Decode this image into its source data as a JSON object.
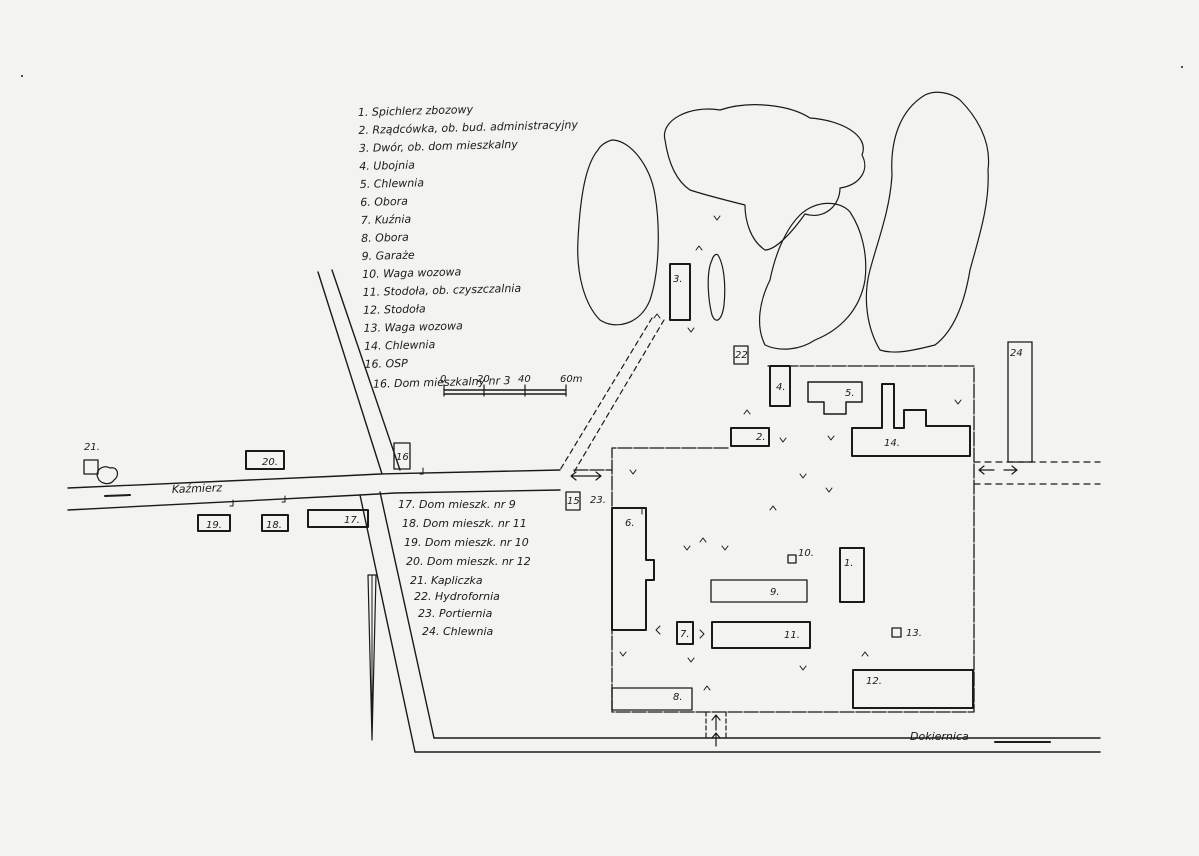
{
  "legend_upper": [
    {
      "n": "1.",
      "text": "Spichlerz zbozowy"
    },
    {
      "n": "2.",
      "text": "Rządcówka, ob. bud. administracyjny"
    },
    {
      "n": "3.",
      "text": "Dwór, ob. dom mieszkalny"
    },
    {
      "n": "4.",
      "text": "Ubojnia"
    },
    {
      "n": "5.",
      "text": "Chlewnia"
    },
    {
      "n": "6.",
      "text": "Obora"
    },
    {
      "n": "7.",
      "text": "Kuźnia"
    },
    {
      "n": "8.",
      "text": "Obora"
    },
    {
      "n": "9.",
      "text": "Garaże"
    },
    {
      "n": "10.",
      "text": "Waga wozowa"
    },
    {
      "n": "11.",
      "text": "Stodoła, ob. czyszczalnia"
    },
    {
      "n": "12.",
      "text": "Stodoła"
    },
    {
      "n": "13.",
      "text": "Waga wozowa"
    },
    {
      "n": "14.",
      "text": "Chlewnia"
    },
    {
      "n": "16.",
      "text": "OSP"
    },
    {
      "n": "16.",
      "text": "Dom mieszkalny nr 3"
    }
  ],
  "legend_lower": [
    {
      "n": "17.",
      "text": "Dom mieszk. nr 9"
    },
    {
      "n": "18.",
      "text": "Dom mieszk. nr 11"
    },
    {
      "n": "19.",
      "text": "Dom mieszk. nr 10"
    },
    {
      "n": "20.",
      "text": "Dom mieszk. nr 12"
    },
    {
      "n": "21.",
      "text": "Kapliczka"
    },
    {
      "n": "22.",
      "text": "Hydrofornia"
    },
    {
      "n": "23.",
      "text": "Portiernia"
    },
    {
      "n": "24.",
      "text": "Chlewnia"
    }
  ],
  "scale": {
    "ticks": [
      "0",
      "20",
      "40",
      "60m"
    ]
  },
  "roads": {
    "west": "Kaźmierz",
    "south": "Dokiernica"
  },
  "building_labels": {
    "b1": "1.",
    "b2": "2.",
    "b3": "3.",
    "b4": "4.",
    "b5": "5.",
    "b6": "6.",
    "b7": "7.",
    "b8": "8.",
    "b9": "9.",
    "b10": "10.",
    "b11": "11.",
    "b12": "12.",
    "b13": "13.",
    "b14": "14.",
    "b15": "15",
    "b16": "16.",
    "b17": "17.",
    "b18": "18.",
    "b19": "19.",
    "b20": "20.",
    "b21": "21.",
    "b22": "22",
    "b23": "23.",
    "b24": "24"
  },
  "colors": {
    "paper": "#f3f3f0",
    "ink": "#1a1a1a"
  }
}
